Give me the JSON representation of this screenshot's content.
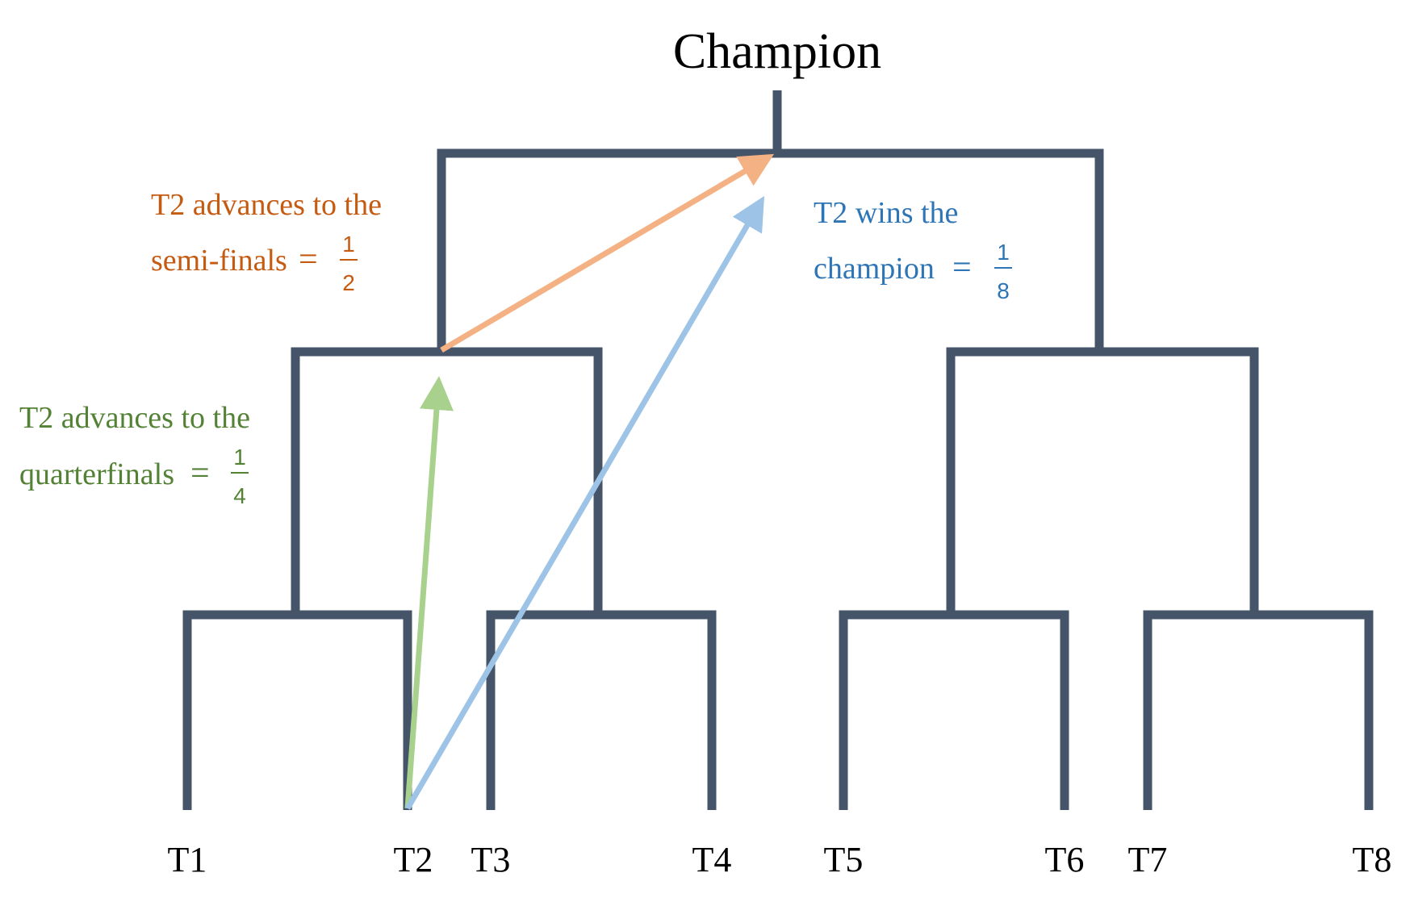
{
  "title": "Champion",
  "teams": [
    "T1",
    "T2",
    "T3",
    "T4",
    "T5",
    "T6",
    "T7",
    "T8"
  ],
  "colors": {
    "bracket": "#46546a",
    "orange": "#c55a11",
    "orange_arrow": "#f4b183",
    "green": "#548235",
    "green_arrow": "#a9d18e",
    "blue": "#2e75b6",
    "blue_arrow": "#9dc3e6"
  },
  "annotations": {
    "semi": {
      "line1": "T2 advances to the",
      "line2": "semi-finals",
      "eq": "=",
      "num": "1",
      "den": "2"
    },
    "quarter": {
      "line1": "T2 advances to the",
      "line2": "quarterfinals",
      "eq": "=",
      "num": "1",
      "den": "4"
    },
    "champ": {
      "line1": "T2 wins the",
      "line2": "champion",
      "eq": "=",
      "num": "1",
      "den": "8"
    }
  }
}
